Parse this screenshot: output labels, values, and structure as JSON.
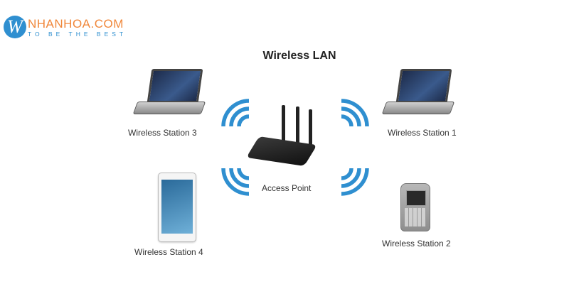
{
  "logo": {
    "mark": "W",
    "name": "NHANHOA.COM",
    "tagline": "TO BE THE BEST",
    "colors": {
      "mark_bg": "#2f8fd0",
      "name": "#f0873a",
      "tagline": "#2f8fd0"
    }
  },
  "diagram": {
    "title": "Wireless LAN",
    "signal_color": "#2f8fd0",
    "center": {
      "label": "Access Point",
      "icon": "wireless-router-icon"
    },
    "nodes": [
      {
        "id": "station-3",
        "label": "Wireless Station 3",
        "icon": "laptop-icon",
        "position": "top-left"
      },
      {
        "id": "station-1",
        "label": "Wireless Station 1",
        "icon": "laptop-icon",
        "position": "top-right"
      },
      {
        "id": "station-4",
        "label": "Wireless Station 4",
        "icon": "tablet-icon",
        "position": "bottom-left"
      },
      {
        "id": "station-2",
        "label": "Wireless Station 2",
        "icon": "smartphone-icon",
        "position": "bottom-right"
      }
    ],
    "signals": [
      {
        "icon": "wifi-signal-icon",
        "direction": "top-left"
      },
      {
        "icon": "wifi-signal-icon",
        "direction": "top-right"
      },
      {
        "icon": "wifi-signal-icon",
        "direction": "bottom-left"
      },
      {
        "icon": "wifi-signal-icon",
        "direction": "bottom-right"
      }
    ]
  }
}
